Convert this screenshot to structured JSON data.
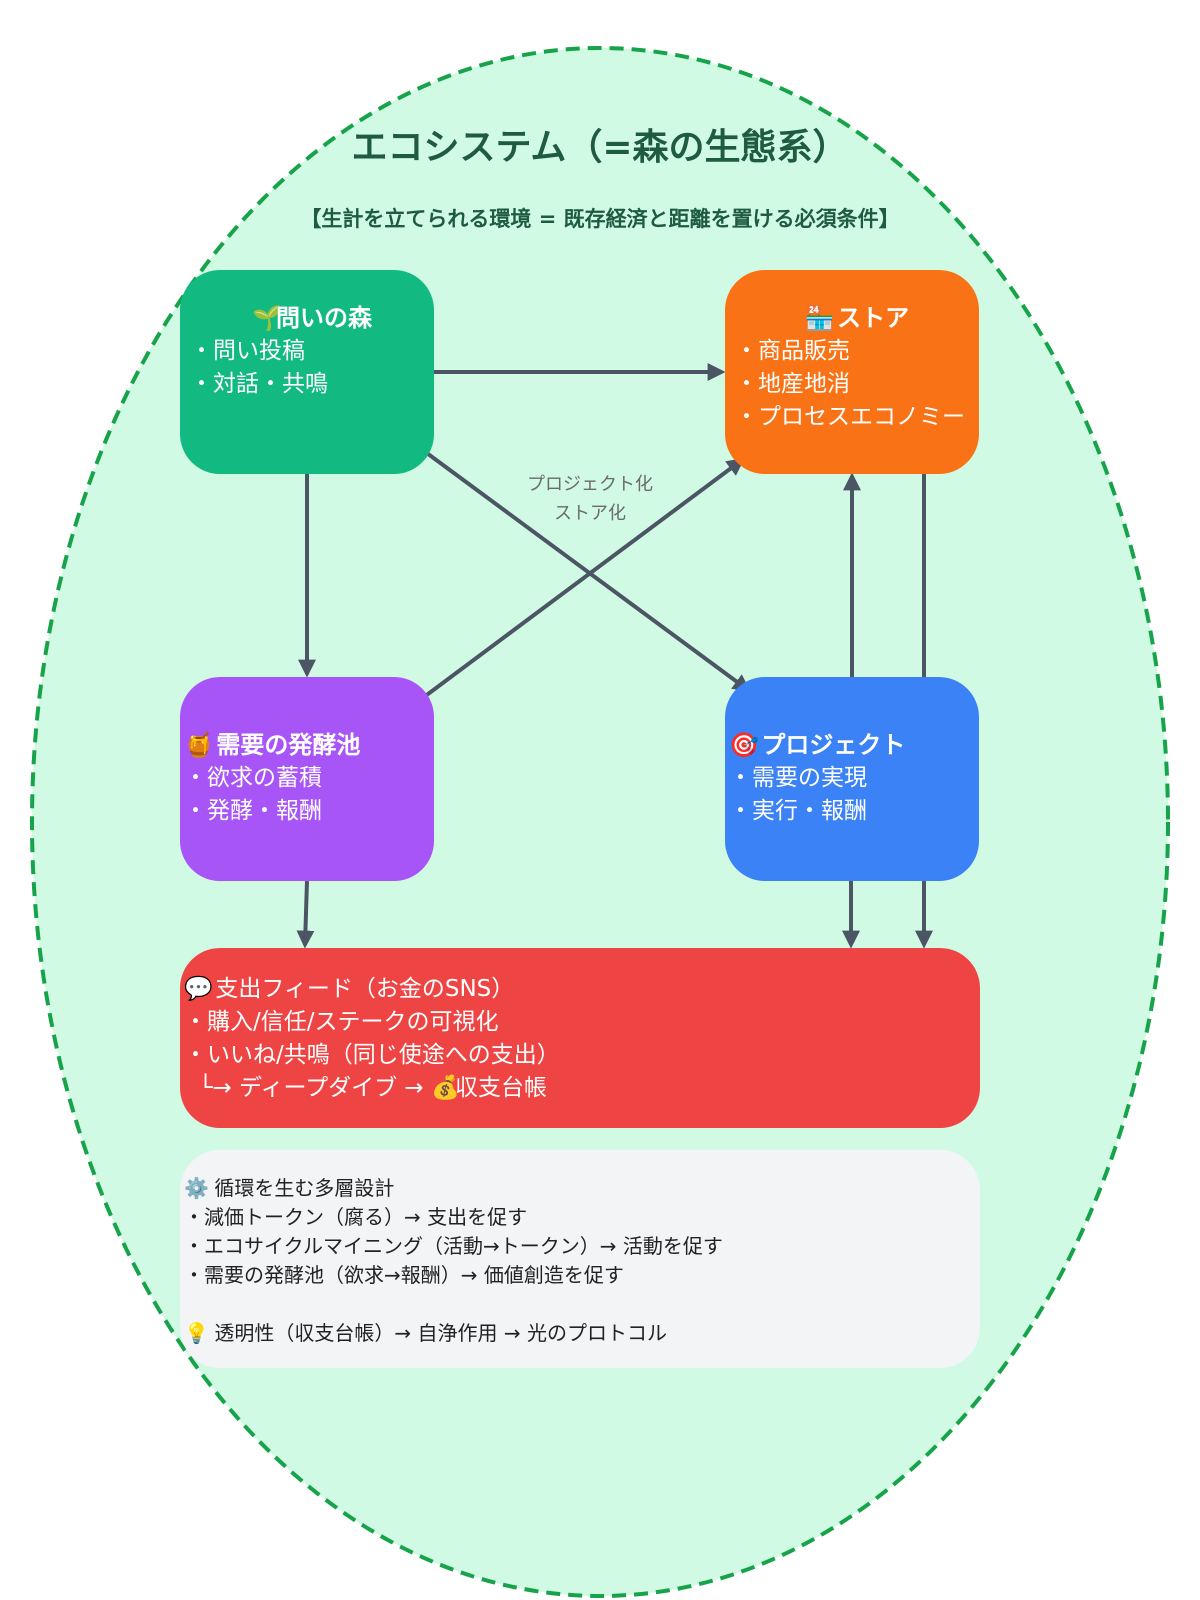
{
  "colors": {
    "ellipse_fill": "#d1fae5",
    "ellipse_stroke": "#17a34a",
    "title_text": "#1e5b40",
    "forest": "#12b981",
    "store": "#f97316",
    "pool": "#a855f7",
    "project": "#3b82f6",
    "feed": "#ef4444",
    "design": "#f3f4f6",
    "arrow": "#4b5563"
  },
  "title": "エコシステム（=森の生態系）",
  "subtitle": "【生計を立てられる環境 = 既存経済と距離を置ける必須条件】",
  "forest": {
    "icon": "🌱",
    "title": "問いの森",
    "items": [
      "・問い投稿",
      "・対話・共鳴"
    ]
  },
  "store": {
    "icon": "🏪",
    "title": "ストア",
    "items": [
      "・商品販売",
      "・地産地消",
      "・プロセスエコノミー"
    ]
  },
  "pool": {
    "icon": "🍯",
    "title": "需要の発酵池",
    "items": [
      "・欲求の蓄積",
      "・発酵・報酬"
    ]
  },
  "project": {
    "icon": "🎯",
    "title": "プロジェクト",
    "items": [
      "・需要の実現",
      "・実行・報酬"
    ]
  },
  "feed": {
    "icon": "💬",
    "title": "支出フィード（お金のSNS）",
    "items": [
      "・購入/信任/ステークの可視化",
      "・いいね/共鳴（同じ使途への支出）"
    ],
    "sub": {
      "prefix": "└→ ディープダイブ → ",
      "icon": "💰",
      "text": "収支台帳"
    }
  },
  "edge_label": {
    "line1": "プロジェクト化",
    "line2": "ストア化"
  },
  "design": {
    "icon": "⚙️",
    "title": "循環を生む多層設計",
    "items": [
      "・減価トークン（腐る）→ 支出を促す",
      "・エコサイクルマイニング（活動→トークン）→ 活動を促す",
      "・需要の発酵池（欲求→報酬）→ 価値創造を促す"
    ],
    "footer_icon": "💡",
    "footer": "透明性（収支台帳）→ 自浄作用 → 光のプロトコル"
  }
}
